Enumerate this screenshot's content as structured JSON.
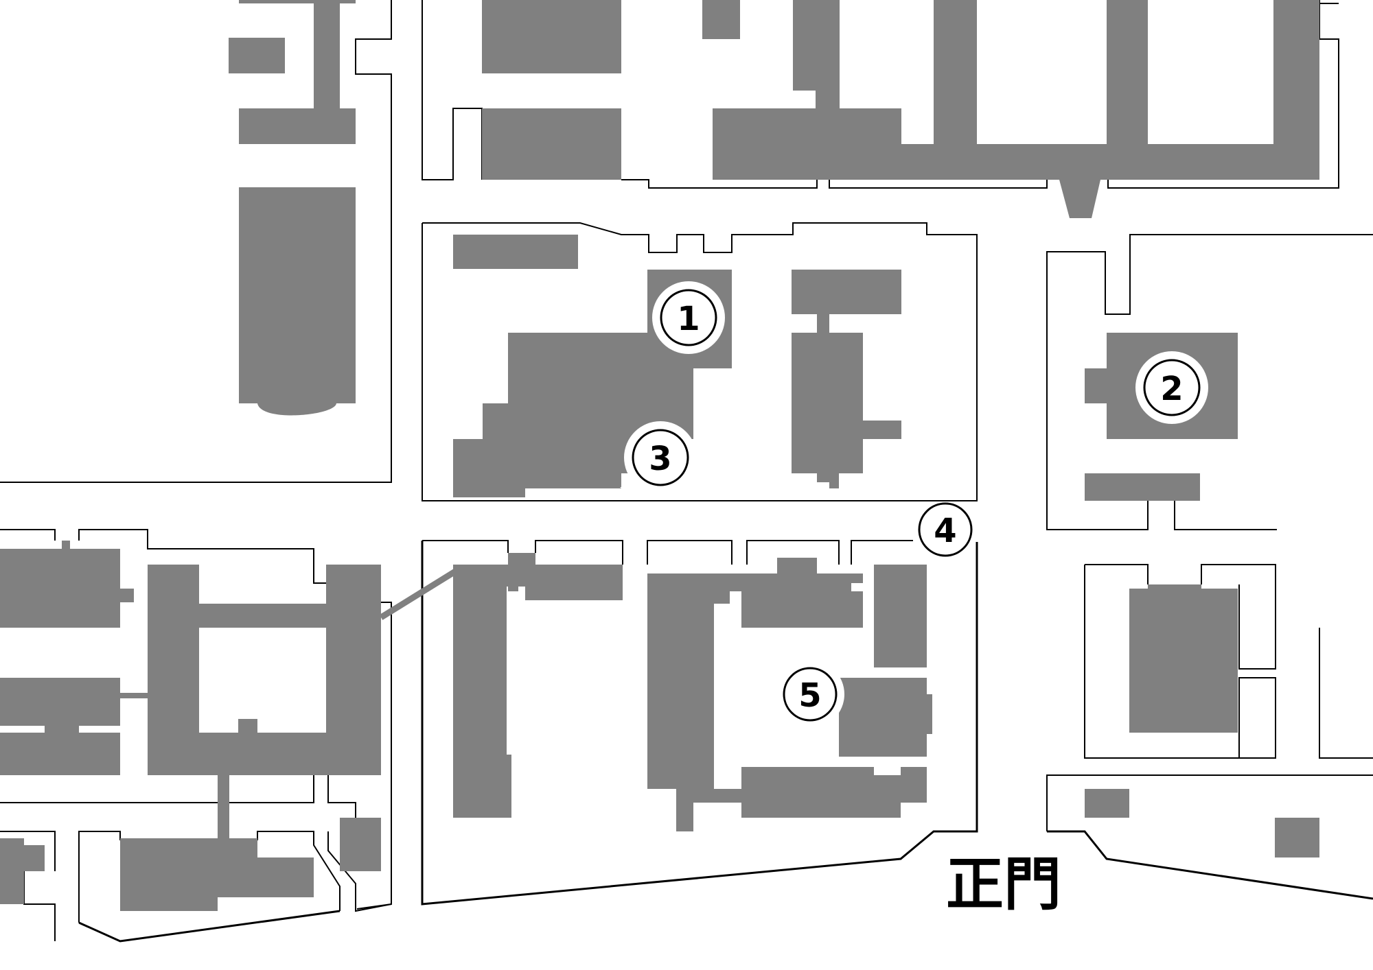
{
  "map": {
    "colors": {
      "building": "#808080",
      "road_line": "#000000",
      "background": "#ffffff"
    },
    "markers": [
      {
        "id": "1",
        "label": "1"
      },
      {
        "id": "2",
        "label": "2"
      },
      {
        "id": "3",
        "label": "3"
      },
      {
        "id": "4",
        "label": "4"
      },
      {
        "id": "5",
        "label": "5"
      }
    ],
    "gate_label": "正門"
  }
}
